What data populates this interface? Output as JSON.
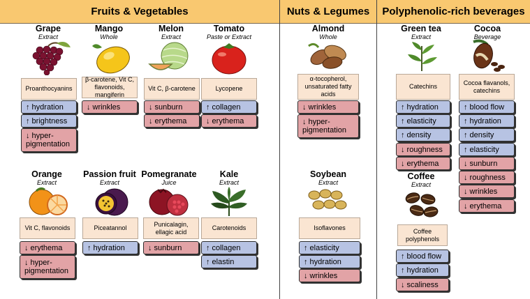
{
  "sections": [
    {
      "title": "Fruits & Vegetables"
    },
    {
      "title": "Nuts & Legumes"
    },
    {
      "title": "Polyphenolic-rich beverages"
    }
  ],
  "foods": [
    {
      "name": "Grape",
      "form": "Extract",
      "icon": "grape-icon",
      "compounds": "Proanthocyanins",
      "effects": [
        {
          "label": "↑ hydration",
          "direction": "up"
        },
        {
          "label": "↑ brightness",
          "direction": "up"
        },
        {
          "label": "↓ hyper-pigmentation",
          "direction": "down"
        }
      ]
    },
    {
      "name": "Mango",
      "form": "Whole",
      "icon": "mango-icon",
      "compounds": "β-carotene, Vit C, flavonoids, mangiferin",
      "effects": [
        {
          "label": "↓ wrinkles",
          "direction": "down"
        }
      ]
    },
    {
      "name": "Melon",
      "form": "Extract",
      "icon": "melon-icon",
      "compounds": "Vit C, β-carotene",
      "effects": [
        {
          "label": "↓ sunburn",
          "direction": "down"
        },
        {
          "label": "↓ erythema",
          "direction": "down"
        }
      ]
    },
    {
      "name": "Tomato",
      "form": "Paste or Extract",
      "icon": "tomato-icon",
      "compounds": "Lycopene",
      "effects": [
        {
          "label": "↑ collagen",
          "direction": "up"
        },
        {
          "label": "↓ erythema",
          "direction": "down"
        }
      ]
    },
    {
      "name": "Orange",
      "form": "Extract",
      "icon": "orange-icon",
      "compounds": "Vit C, flavonoids",
      "effects": [
        {
          "label": "↓ erythema",
          "direction": "down"
        },
        {
          "label": "↓ hyper-pigmentation",
          "direction": "down"
        }
      ]
    },
    {
      "name": "Passion fruit",
      "form": "Extract",
      "icon": "passion-fruit-icon",
      "compounds": "Piceatannol",
      "effects": [
        {
          "label": "↑ hydration",
          "direction": "up"
        }
      ]
    },
    {
      "name": "Pomegranate",
      "form": "Juice",
      "icon": "pomegranate-icon",
      "compounds": "Punicalagin, ellagic acid",
      "effects": [
        {
          "label": "↓ sunburn",
          "direction": "down"
        }
      ]
    },
    {
      "name": "Kale",
      "form": "Extract",
      "icon": "kale-icon",
      "compounds": "Carotenoids",
      "effects": [
        {
          "label": "↑ collagen",
          "direction": "up"
        },
        {
          "label": "↑ elastin",
          "direction": "up"
        }
      ]
    },
    {
      "name": "Almond",
      "form": "Whole",
      "icon": "almond-icon",
      "compounds": "α-tocopherol, unsaturated fatty acids",
      "effects": [
        {
          "label": "↓ wrinkles",
          "direction": "down"
        },
        {
          "label": "↓ hyper-pigmentation",
          "direction": "down"
        }
      ]
    },
    {
      "name": "Soybean",
      "form": "Extract",
      "icon": "soybean-icon",
      "compounds": "Isoflavones",
      "effects": [
        {
          "label": "↑ elasticity",
          "direction": "up"
        },
        {
          "label": "↑ hydration",
          "direction": "up"
        },
        {
          "label": "↓ wrinkles",
          "direction": "down"
        }
      ]
    },
    {
      "name": "Green tea",
      "form": "Extract",
      "icon": "tea-leaf-icon",
      "compounds": "Catechins",
      "effects": [
        {
          "label": "↑ hydration",
          "direction": "up"
        },
        {
          "label": "↑ elasticity",
          "direction": "up"
        },
        {
          "label": "↑ density",
          "direction": "up"
        },
        {
          "label": "↓ roughness",
          "direction": "down"
        },
        {
          "label": "↓ erythema",
          "direction": "down"
        }
      ]
    },
    {
      "name": "Cocoa",
      "form": "Beverage",
      "icon": "cocoa-pod-icon",
      "compounds": "Cocoa flavanols, catechins",
      "effects": [
        {
          "label": "↑ blood flow",
          "direction": "up"
        },
        {
          "label": "↑ hydration",
          "direction": "up"
        },
        {
          "label": "↑ density",
          "direction": "up"
        },
        {
          "label": "↑ elasticity",
          "direction": "up"
        },
        {
          "label": "↓ sunburn",
          "direction": "down"
        },
        {
          "label": "↓ roughness",
          "direction": "down"
        },
        {
          "label": "↓ wrinkles",
          "direction": "down"
        },
        {
          "label": "↓ erythema",
          "direction": "down"
        }
      ]
    },
    {
      "name": "Coffee",
      "form": "Extract",
      "icon": "coffee-beans-icon",
      "compounds": "Coffee polyphenols",
      "effects": [
        {
          "label": "↑ blood flow",
          "direction": "up"
        },
        {
          "label": "↑ hydration",
          "direction": "up"
        },
        {
          "label": "↓ scaliness",
          "direction": "down"
        }
      ]
    }
  ],
  "colors": {
    "header": "#f9c870",
    "compound_box": "#fae5d2",
    "increase": "#b7c3e3",
    "decrease": "#e2a3a6"
  }
}
